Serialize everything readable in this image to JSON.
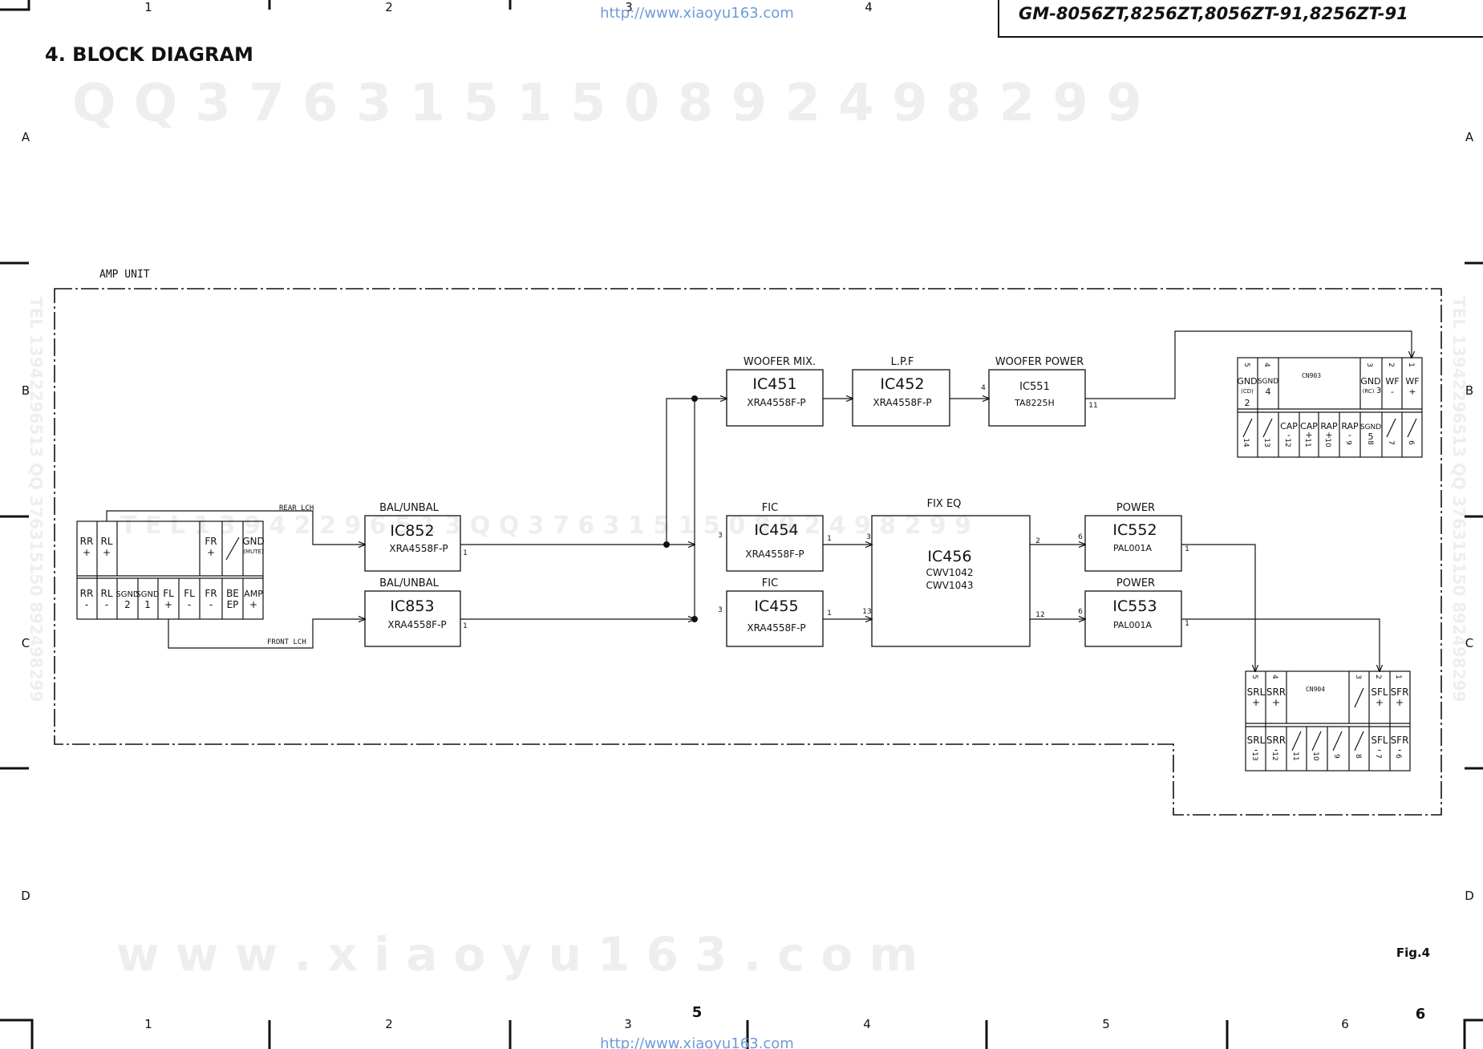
{
  "header": {
    "model_title": "GM-8056ZT,8256ZT,8056ZT-91,8256ZT-91",
    "section_title": "4. BLOCK DIAGRAM",
    "url": "http://www.xiaoyu163.com",
    "fig_label": "Fig.4",
    "page_left": "5",
    "page_right": "6"
  },
  "grid": {
    "cols_top": [
      "1",
      "2",
      "3",
      "4"
    ],
    "cols_bottom": [
      "1",
      "2",
      "3",
      "4",
      "5",
      "6"
    ],
    "rows": [
      "A",
      "B",
      "C",
      "D"
    ]
  },
  "watermarks": {
    "top": "Q Q   3 7 6 3 1 5 1 5 0        8 9 2 4 9 8 2 9 9",
    "middle": "T E L   1 3 9 4 2 2 9 6 5 1 3   Q Q   3 7 6 3 1 5 1 5 0   8 9 2 4 9 8 2 9 9",
    "bottom": "w w w . x i a o y u 1 6 3 . c o m",
    "left_vertical": "TEL 13942296513  QQ 376315150  892498299",
    "right_vertical": "TEL 13942296513  QQ 376315150  892498299"
  },
  "amp_unit": {
    "label": "AMP UNIT"
  },
  "input_connector": {
    "top_row": [
      {
        "name": "RR",
        "sign": "+"
      },
      {
        "name": "RL",
        "sign": "+"
      },
      {
        "name": "FR",
        "sign": "+"
      },
      {
        "name": "/",
        "sign": ""
      },
      {
        "name": "GND",
        "sign": "(MUTE)"
      }
    ],
    "bottom_row": [
      {
        "name": "RR",
        "sign": "-"
      },
      {
        "name": "RL",
        "sign": "-"
      },
      {
        "name": "SGND",
        "sign": "2"
      },
      {
        "name": "SGND",
        "sign": "1"
      },
      {
        "name": "FL",
        "sign": "+"
      },
      {
        "name": "FL",
        "sign": "-"
      },
      {
        "name": "FR",
        "sign": "-"
      },
      {
        "name": "BE",
        "sign": "EP"
      },
      {
        "name": "AMP",
        "sign": "+"
      }
    ],
    "rear_label": "REAR LCH",
    "front_label": "FRONT LCH"
  },
  "blocks": {
    "ic852": {
      "title": "BAL/UNBAL",
      "ref": "IC852",
      "part": "XRA4558F-P",
      "pin_out": "1"
    },
    "ic853": {
      "title": "BAL/UNBAL",
      "ref": "IC853",
      "part": "XRA4558F-P",
      "pin_out": "1"
    },
    "ic451": {
      "title": "WOOFER MIX.",
      "ref": "IC451",
      "part": "XRA4558F-P"
    },
    "ic452": {
      "title": "L.P.F",
      "ref": "IC452",
      "part": "XRA4558F-P"
    },
    "ic551": {
      "title": "WOOFER POWER",
      "ref": "IC551",
      "part": "TA8225H",
      "pin_in": "4",
      "pin_out": "11"
    },
    "ic454": {
      "title": "FIC",
      "ref": "IC454",
      "part": "XRA4558F-P",
      "pin_in": "3",
      "pin_out": "1"
    },
    "ic455": {
      "title": "FIC",
      "ref": "IC455",
      "part": "XRA4558F-P",
      "pin_in": "3",
      "pin_out": "1"
    },
    "ic456": {
      "title": "FIX EQ",
      "ref": "IC456",
      "part1": "CWV1042",
      "part2": "CWV1043",
      "pin_in_a": "3",
      "pin_in_b": "13",
      "pin_out_a": "2",
      "pin_out_b": "12"
    },
    "ic552": {
      "title": "POWER",
      "ref": "IC552",
      "part": "PAL001A",
      "pin_in": "6",
      "pin_out": "1"
    },
    "ic553": {
      "title": "POWER",
      "ref": "IC553",
      "part": "PAL001A",
      "pin_in": "6",
      "pin_out": "1"
    }
  },
  "cn903": {
    "label": "CN903",
    "top": [
      {
        "num": "5",
        "name": "GND",
        "sub": "(CD)",
        "extra": "2"
      },
      {
        "num": "4",
        "name": "SGND",
        "sub": "4",
        "extra": ""
      },
      {
        "num": "3",
        "name": "GND",
        "sub": "(RC)",
        "extra": "3"
      },
      {
        "num": "2",
        "name": "WF",
        "sub": "-",
        "extra": ""
      },
      {
        "num": "1",
        "name": "WF",
        "sub": "+",
        "extra": ""
      }
    ],
    "bottom": [
      {
        "name": "/",
        "sub": "",
        "num": "14"
      },
      {
        "name": "/",
        "sub": "",
        "num": "13"
      },
      {
        "name": "CAP",
        "sub": "-",
        "num": "12"
      },
      {
        "name": "CAP",
        "sub": "+",
        "num": "11"
      },
      {
        "name": "RAP",
        "sub": "+",
        "num": "10"
      },
      {
        "name": "RAP",
        "sub": "-",
        "num": "9"
      },
      {
        "name": "SGND",
        "sub": "5",
        "num": "8"
      },
      {
        "name": "/",
        "sub": "",
        "num": "7"
      },
      {
        "name": "/",
        "sub": "",
        "num": "6"
      }
    ]
  },
  "cn904": {
    "label": "CN904",
    "top": [
      {
        "num": "5",
        "name": "SRL",
        "sub": "+"
      },
      {
        "num": "4",
        "name": "SRR",
        "sub": "+"
      },
      {
        "num": "3",
        "name": "/",
        "sub": ""
      },
      {
        "num": "2",
        "name": "SFL",
        "sub": "+"
      },
      {
        "num": "1",
        "name": "SFR",
        "sub": "+"
      }
    ],
    "bottom": [
      {
        "name": "SRL",
        "sub": "-",
        "num": "13"
      },
      {
        "name": "SRR",
        "sub": "-",
        "num": "12"
      },
      {
        "name": "/",
        "sub": "",
        "num": "11"
      },
      {
        "name": "/",
        "sub": "",
        "num": "10"
      },
      {
        "name": "/",
        "sub": "",
        "num": "9"
      },
      {
        "name": "/",
        "sub": "",
        "num": "8"
      },
      {
        "name": "SFL",
        "sub": "-",
        "num": "7"
      },
      {
        "name": "SFR",
        "sub": "-",
        "num": "6"
      }
    ]
  }
}
